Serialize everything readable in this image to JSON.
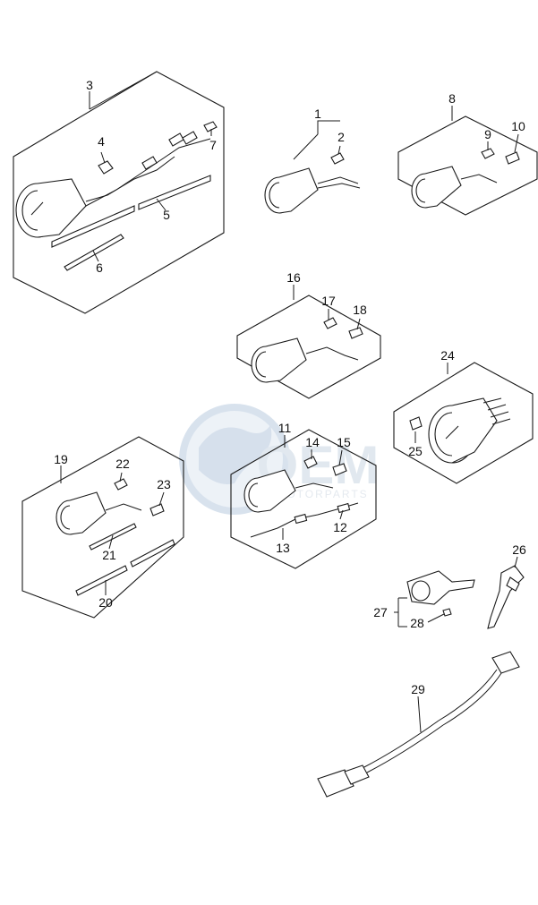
{
  "diagram": {
    "callouts": {
      "c1": "1",
      "c2": "2",
      "c3": "3",
      "c4": "4",
      "c5": "5",
      "c6": "6",
      "c7": "7",
      "c8": "8",
      "c9": "9",
      "c10": "10",
      "c11": "11",
      "c12": "12",
      "c13": "13",
      "c14": "14",
      "c15": "15",
      "c16": "16",
      "c17": "17",
      "c18": "18",
      "c19": "19",
      "c20": "20",
      "c21": "21",
      "c22": "22",
      "c23": "23",
      "c24": "24",
      "c25": "25",
      "c26": "26",
      "c27": "27",
      "c28": "28",
      "c29": "29"
    },
    "watermark": {
      "brand": "OEM",
      "tagline": "MOTORPARTS"
    }
  }
}
